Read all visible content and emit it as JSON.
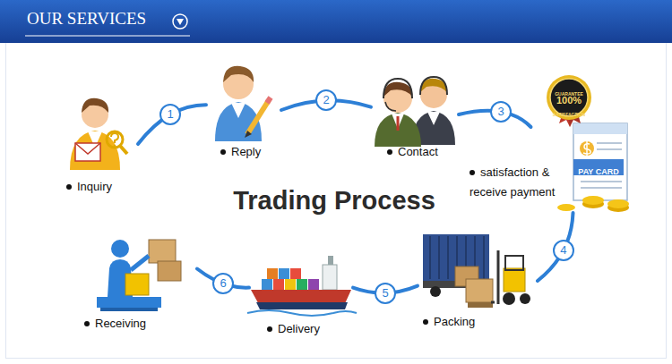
{
  "diagram": {
    "title": "Trading Process",
    "nodes": [
      {
        "text": [
          "Inquiry"
        ]
      },
      {
        "text": [
          "Reply"
        ]
      },
      {
        "text": [
          "Contact"
        ]
      },
      {
        "text": [
          "satisfaction & receive payment"
        ]
      },
      {
        "text": [
          "Packing"
        ]
      },
      {
        "text": [
          "Delivery"
        ]
      },
      {
        "text": [
          "Receiving"
        ]
      }
    ],
    "edges": [
      {
        "from": 0,
        "to": 1,
        "label": "1",
        "arrow": "none"
      },
      {
        "from": 1,
        "to": 2,
        "label": "2",
        "arrow": "none"
      },
      {
        "from": 2,
        "to": 3,
        "label": "3",
        "arrow": "none"
      },
      {
        "from": 3,
        "to": 4,
        "label": "4",
        "arrow": "none"
      },
      {
        "from": 4,
        "to": 5,
        "label": "5",
        "arrow": "none"
      },
      {
        "from": 5,
        "to": 6,
        "label": "6",
        "arrow": "none"
      }
    ],
    "labels": [
      "OUR SERVICES",
      "GUARANTEE",
      "100%",
      "SATISFACTION",
      "PAY CARD"
    ]
  }
}
